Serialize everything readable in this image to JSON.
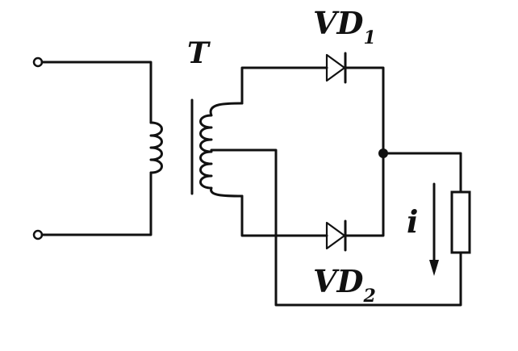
{
  "diagram": {
    "transformer_label": "T",
    "diode1": {
      "name": "VD",
      "subscript": "1"
    },
    "diode2": {
      "name": "VD",
      "subscript": "2"
    },
    "current_label": "i"
  },
  "colors": {
    "ink": "#111111",
    "background": "#ffffff"
  }
}
